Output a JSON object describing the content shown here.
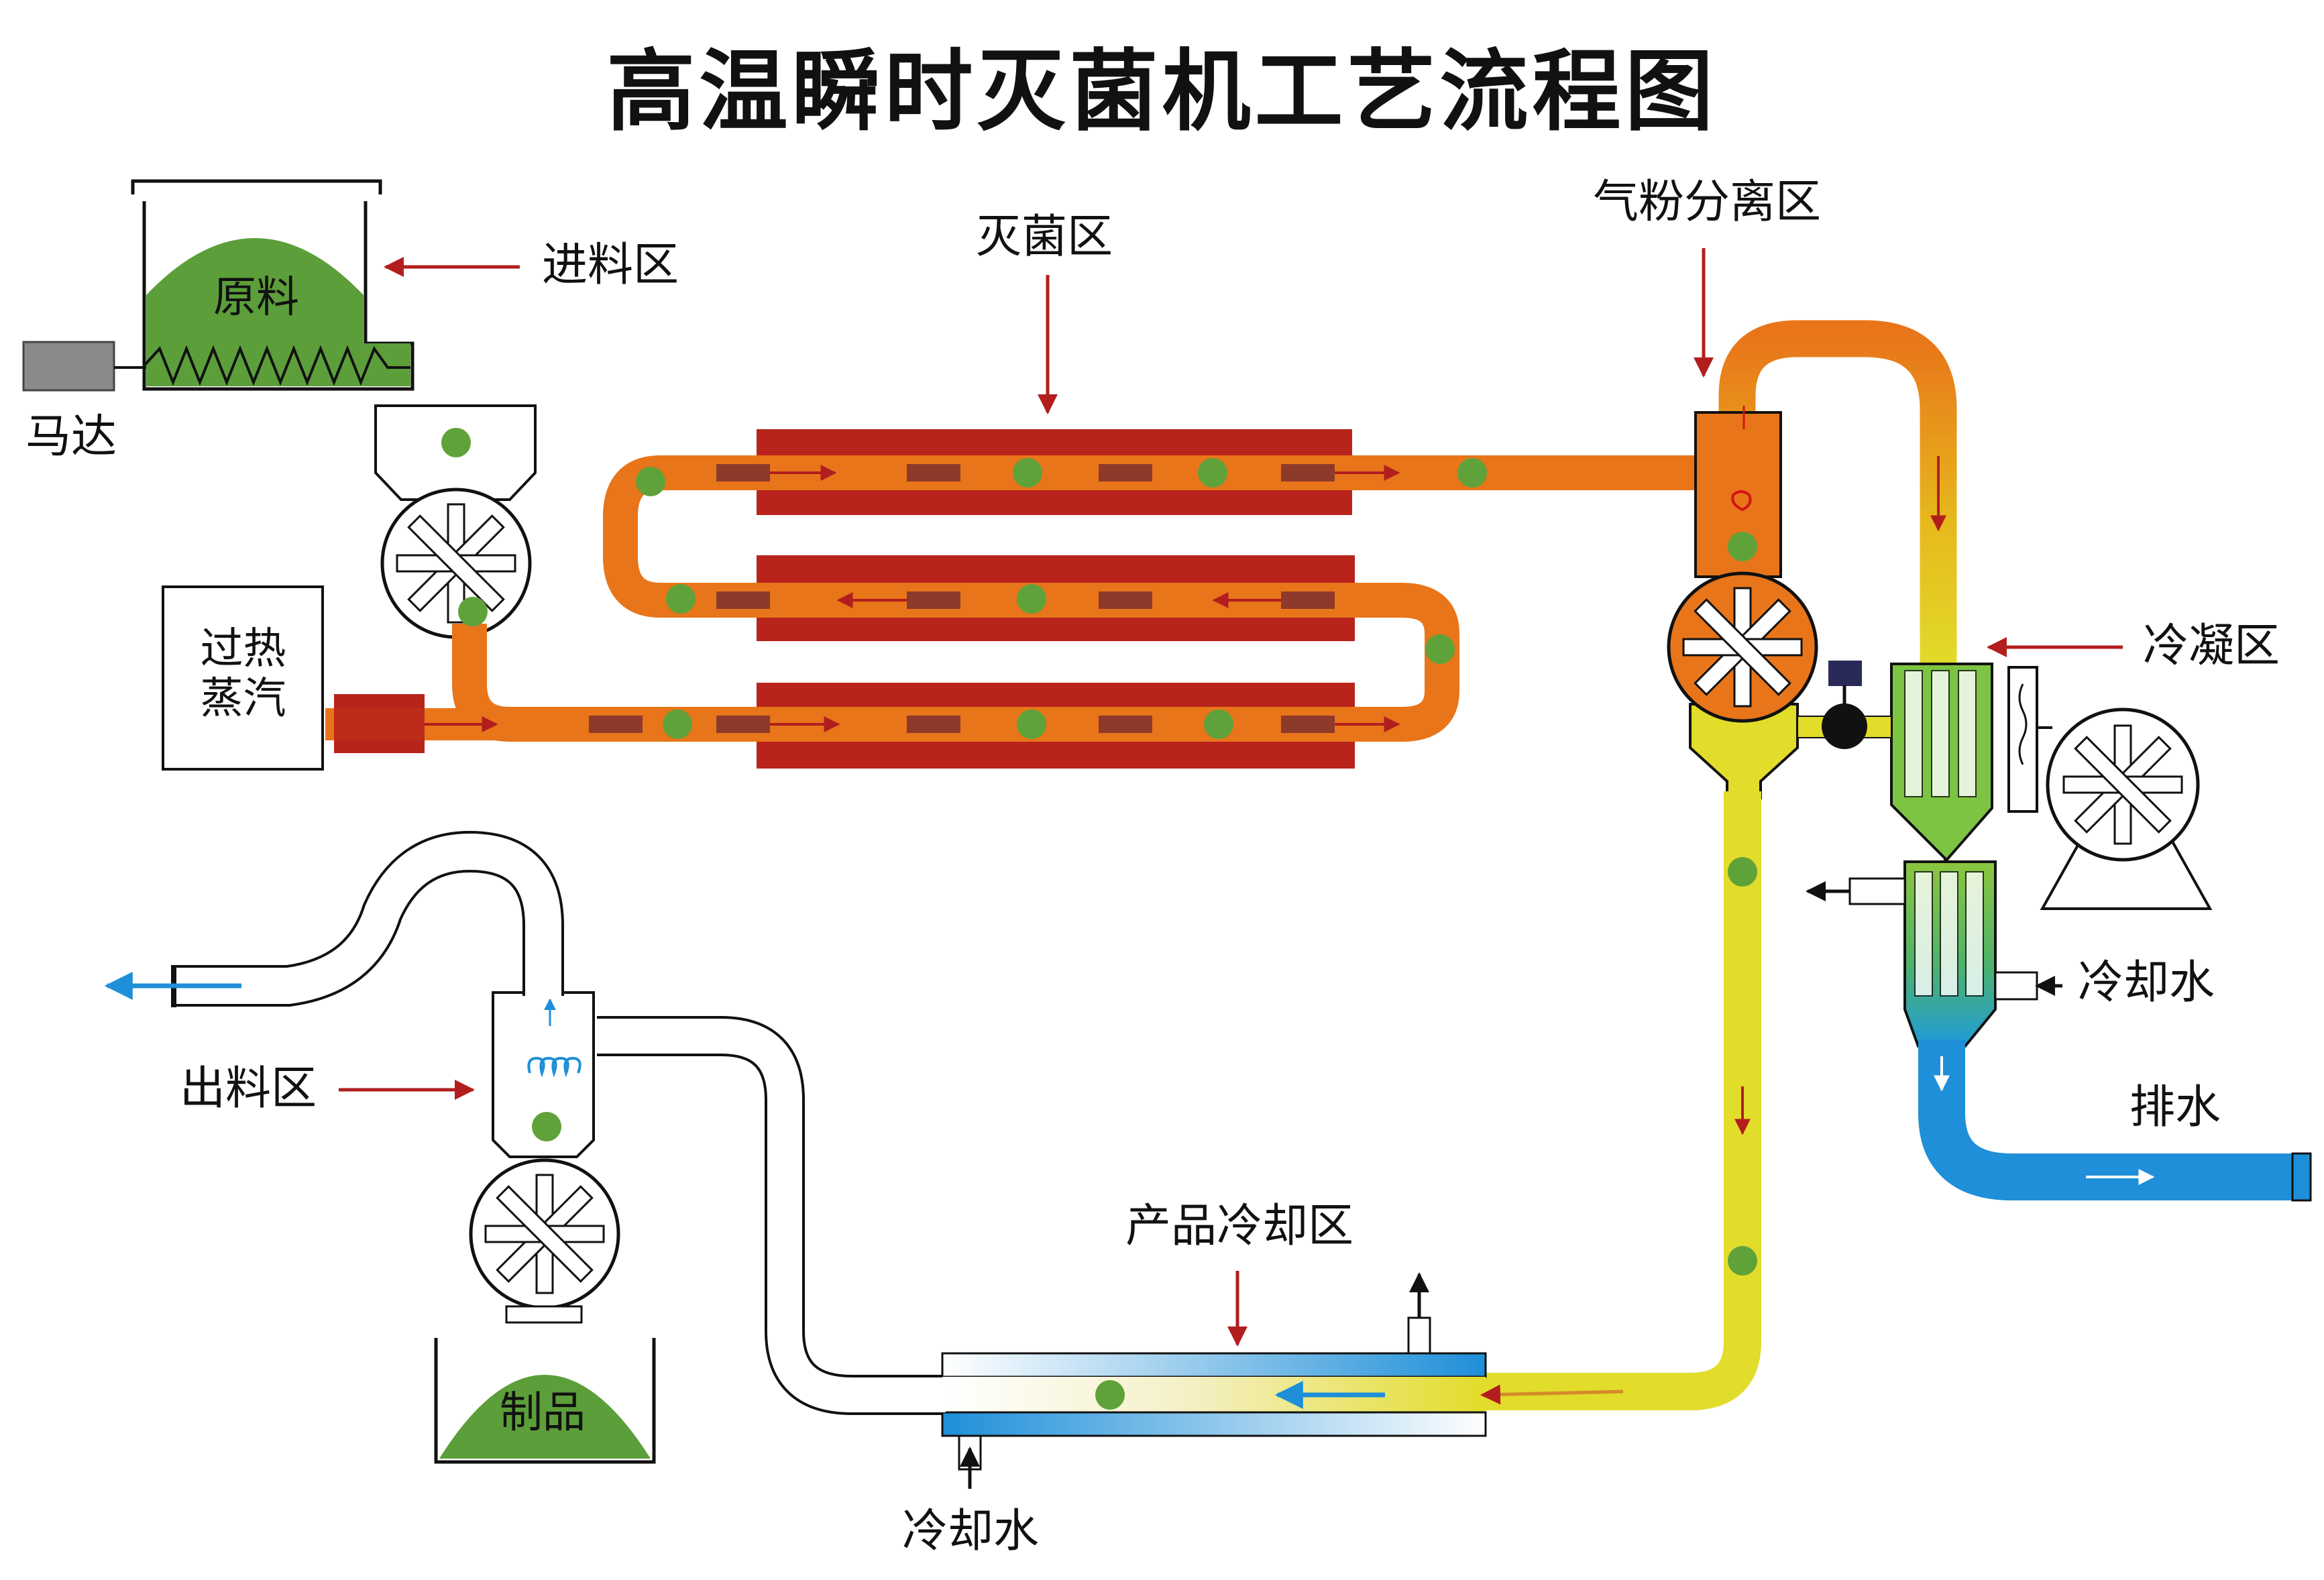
{
  "title": "高温瞬时灭菌机工艺流程图",
  "labels": {
    "feed_zone": "进料区",
    "raw_material": "原料",
    "motor": "马达",
    "steam_line1": "过热",
    "steam_line2": "蒸汽",
    "sterilization_zone": "灭菌区",
    "separation_zone": "气粉分离区",
    "condensation_zone": "冷凝区",
    "cooling_water_right": "冷却水",
    "drain": "排水",
    "discharge_zone": "出料区",
    "product_cooling_zone": "产品冷却区",
    "cooling_water_bottom": "冷却水",
    "product": "制品"
  },
  "colors": {
    "hot_pipe": "#e8751a",
    "heater": "#b8231c",
    "heater_slot": "#8e3a2a",
    "particle": "#5fa23a",
    "material": "#5c9e3a",
    "cool_pipe": "#e2dc2a",
    "cold_water": "#1e8fd8",
    "condenser": "#7cc441",
    "arrow_red": "#b21e1e",
    "arrow_blue": "#1e8fd8"
  }
}
